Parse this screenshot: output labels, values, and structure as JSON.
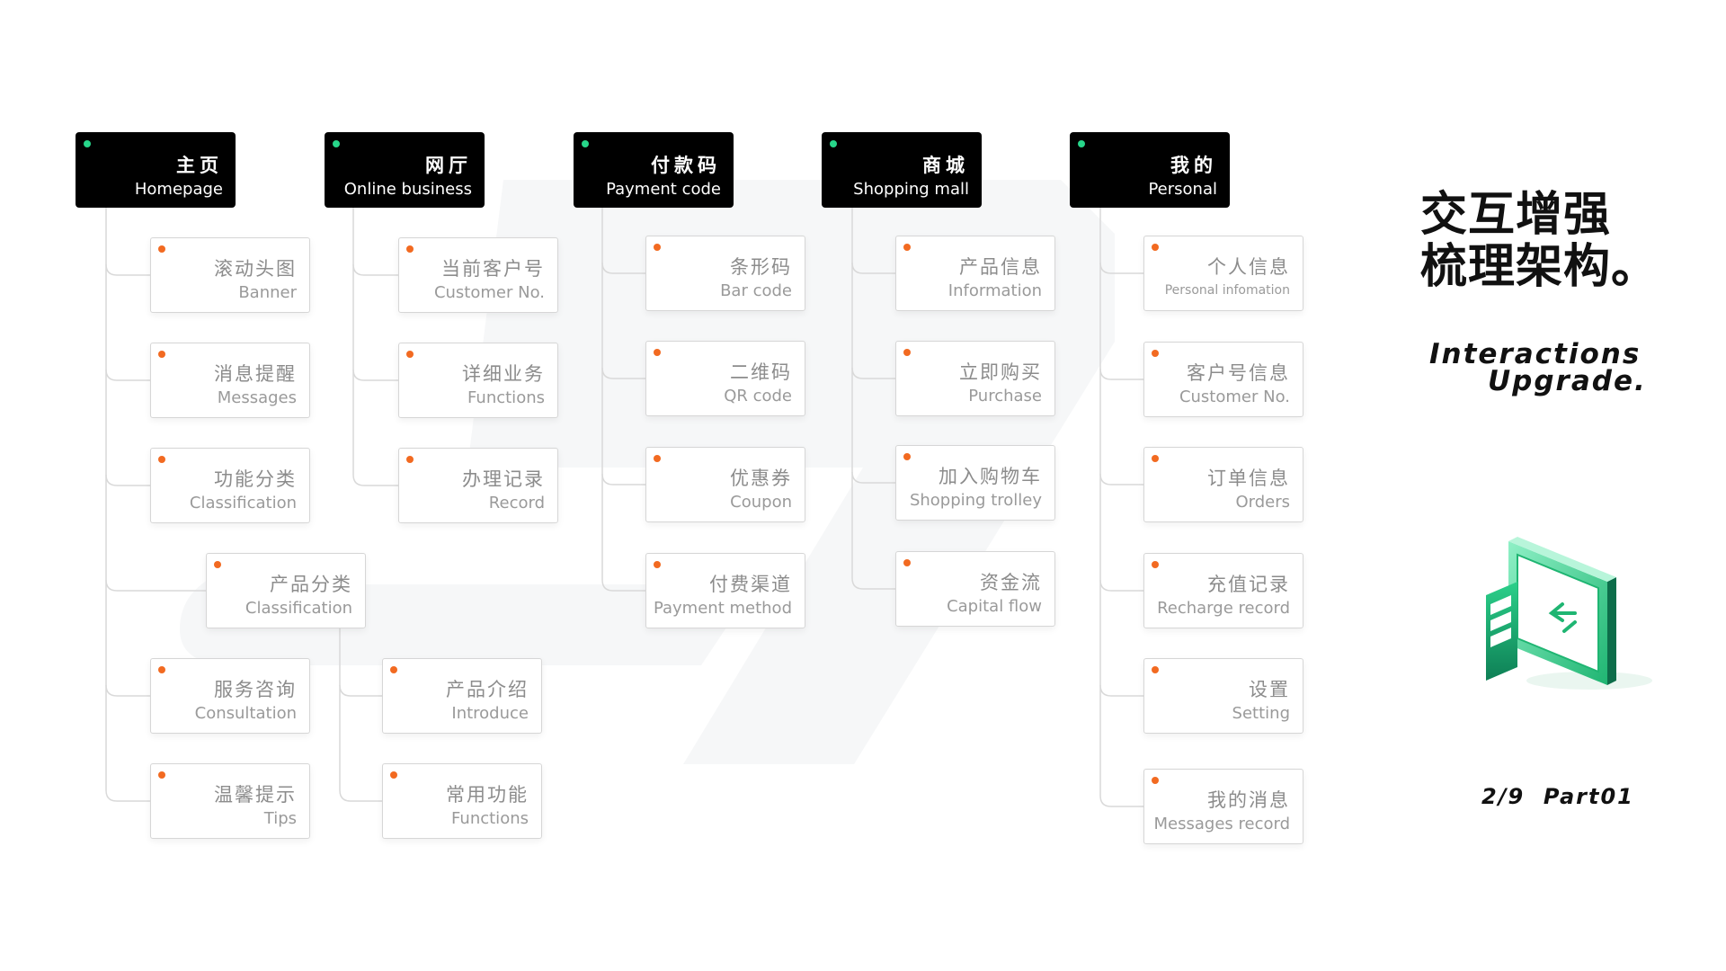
{
  "slide": {
    "title_zh_line1": "交互增强",
    "title_zh_line2": "梳理架构。",
    "title_en_line1": "Interactions",
    "title_en_line2": "Upgrade.",
    "page": "2/9",
    "part": "Part01"
  },
  "colors": {
    "header_bg": "#000000",
    "header_dot": "#27d68a",
    "item_dot": "#f26a21",
    "item_border": "#d6d6d6",
    "item_text": "#8c8c8c",
    "connector": "#d9d9d9"
  },
  "columns": [
    {
      "id": "homepage",
      "zh": "主页",
      "en": "Homepage",
      "items": [
        {
          "id": "banner",
          "zh": "滚动头图",
          "en": "Banner"
        },
        {
          "id": "messages",
          "zh": "消息提醒",
          "en": "Messages"
        },
        {
          "id": "classification",
          "zh": "功能分类",
          "en": "Classification"
        },
        {
          "id": "product-classification",
          "zh": "产品分类",
          "en": "Classification",
          "children": [
            {
              "id": "introduce",
              "zh": "产品介绍",
              "en": "Introduce"
            },
            {
              "id": "common-functions",
              "zh": "常用功能",
              "en": "Functions"
            }
          ]
        },
        {
          "id": "consultation",
          "zh": "服务咨询",
          "en": "Consultation"
        },
        {
          "id": "tips",
          "zh": "温馨提示",
          "en": "Tips"
        }
      ]
    },
    {
      "id": "online-business",
      "zh": "网厅",
      "en": "Online business",
      "items": [
        {
          "id": "customer-no",
          "zh": "当前客户号",
          "en": "Customer No."
        },
        {
          "id": "functions",
          "zh": "详细业务",
          "en": "Functions"
        },
        {
          "id": "record",
          "zh": "办理记录",
          "en": "Record"
        }
      ]
    },
    {
      "id": "payment-code",
      "zh": "付款码",
      "en": "Payment code",
      "items": [
        {
          "id": "bar-code",
          "zh": "条形码",
          "en": "Bar code"
        },
        {
          "id": "qr-code",
          "zh": "二维码",
          "en": "QR code"
        },
        {
          "id": "coupon",
          "zh": "优惠券",
          "en": "Coupon"
        },
        {
          "id": "payment-method",
          "zh": "付费渠道",
          "en": "Payment method"
        }
      ]
    },
    {
      "id": "shopping-mall",
      "zh": "商城",
      "en": "Shopping mall",
      "items": [
        {
          "id": "information",
          "zh": "产品信息",
          "en": "Information"
        },
        {
          "id": "purchase",
          "zh": "立即购买",
          "en": "Purchase"
        },
        {
          "id": "shopping-trolley",
          "zh": "加入购物车",
          "en": "Shopping trolley"
        },
        {
          "id": "capital-flow",
          "zh": "资金流",
          "en": "Capital flow"
        }
      ]
    },
    {
      "id": "personal",
      "zh": "我的",
      "en": "Personal",
      "items": [
        {
          "id": "personal-info",
          "zh": "个人信息",
          "en": "Personal infomation"
        },
        {
          "id": "customer-no-info",
          "zh": "客户号信息",
          "en": "Customer No."
        },
        {
          "id": "orders",
          "zh": "订单信息",
          "en": "Orders"
        },
        {
          "id": "recharge-record",
          "zh": "充值记录",
          "en": "Recharge record"
        },
        {
          "id": "setting",
          "zh": "设置",
          "en": "Setting"
        },
        {
          "id": "messages-record",
          "zh": "我的消息",
          "en": "Messages record"
        }
      ]
    }
  ]
}
